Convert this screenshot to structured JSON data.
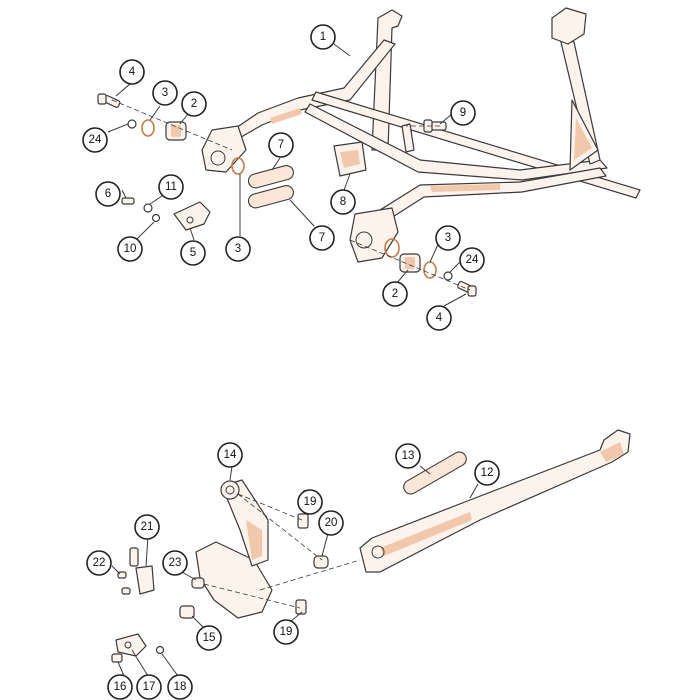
{
  "callouts": [
    {
      "label": "1"
    },
    {
      "label": "4"
    },
    {
      "label": "3"
    },
    {
      "label": "2"
    },
    {
      "label": "24"
    },
    {
      "label": "9"
    },
    {
      "label": "7"
    },
    {
      "label": "11"
    },
    {
      "label": "6"
    },
    {
      "label": "8"
    },
    {
      "label": "10"
    },
    {
      "label": "5"
    },
    {
      "label": "3"
    },
    {
      "label": "7"
    },
    {
      "label": "3"
    },
    {
      "label": "24"
    },
    {
      "label": "2"
    },
    {
      "label": "4"
    },
    {
      "label": "14"
    },
    {
      "label": "13"
    },
    {
      "label": "12"
    },
    {
      "label": "19"
    },
    {
      "label": "20"
    },
    {
      "label": "21"
    },
    {
      "label": "22"
    },
    {
      "label": "23"
    },
    {
      "label": "15"
    },
    {
      "label": "19"
    },
    {
      "label": "16"
    },
    {
      "label": "17"
    },
    {
      "label": "18"
    }
  ],
  "colors": {
    "part_fill": "#fdf3ec",
    "part_shade": "#f2c8ad",
    "oring": "#c87a47",
    "line": "#3a3a3a"
  }
}
